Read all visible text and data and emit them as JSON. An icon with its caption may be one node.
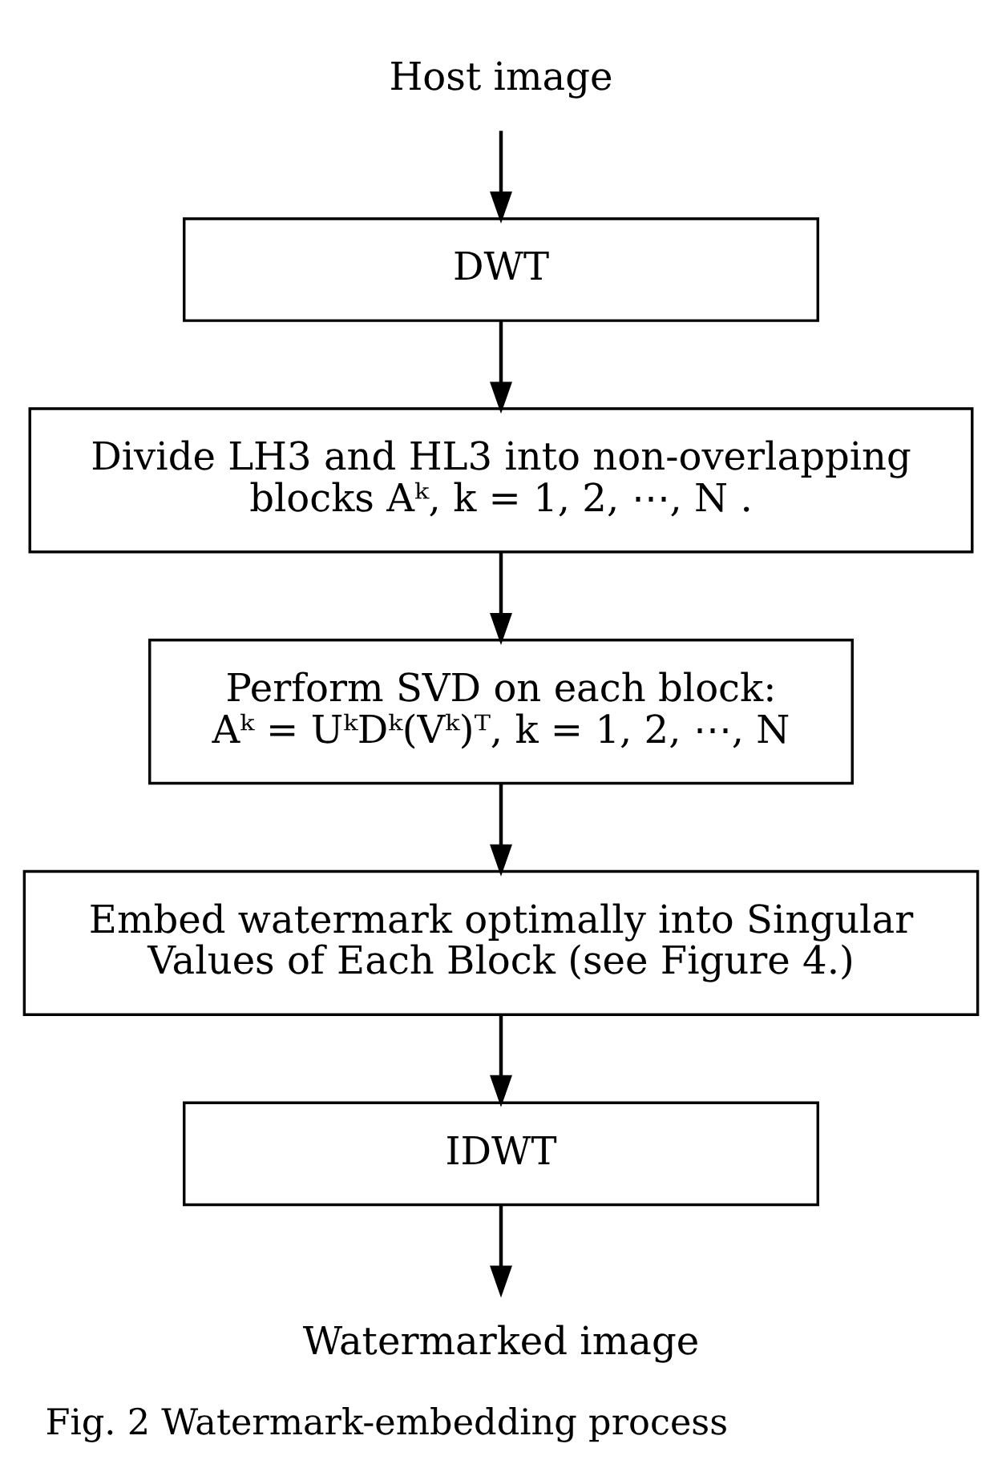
{
  "diagram": {
    "caption": "Fig. 2 Watermark-embedding process",
    "nodes": [
      {
        "text": [
          "Host image"
        ]
      },
      {
        "text": [
          "DWT"
        ]
      },
      {
        "text": [
          "Divide LH3 and HL3 into non-overlapping blocks Aᵏ, k = 1, 2, ⋯, N ."
        ]
      },
      {
        "text": [
          "Perform SVD on each block:",
          "Aᵏ = UᵏDᵏ(Vᵏ)ᵀ, k = 1, 2, ⋯, N"
        ]
      },
      {
        "text": [
          "Embed watermark optimally into Singular Values of Each Block (see Figure 4.)"
        ]
      },
      {
        "text": [
          "IDWT"
        ]
      },
      {
        "text": [
          "Watermarked image"
        ]
      }
    ],
    "edges": [
      {
        "from": 0,
        "to": 1,
        "arrow": "to"
      },
      {
        "from": 1,
        "to": 2,
        "arrow": "to"
      },
      {
        "from": 2,
        "to": 3,
        "arrow": "to"
      },
      {
        "from": 3,
        "to": 4,
        "arrow": "to"
      },
      {
        "from": 4,
        "to": 5,
        "arrow": "to"
      },
      {
        "from": 5,
        "to": 6,
        "arrow": "to"
      }
    ]
  }
}
